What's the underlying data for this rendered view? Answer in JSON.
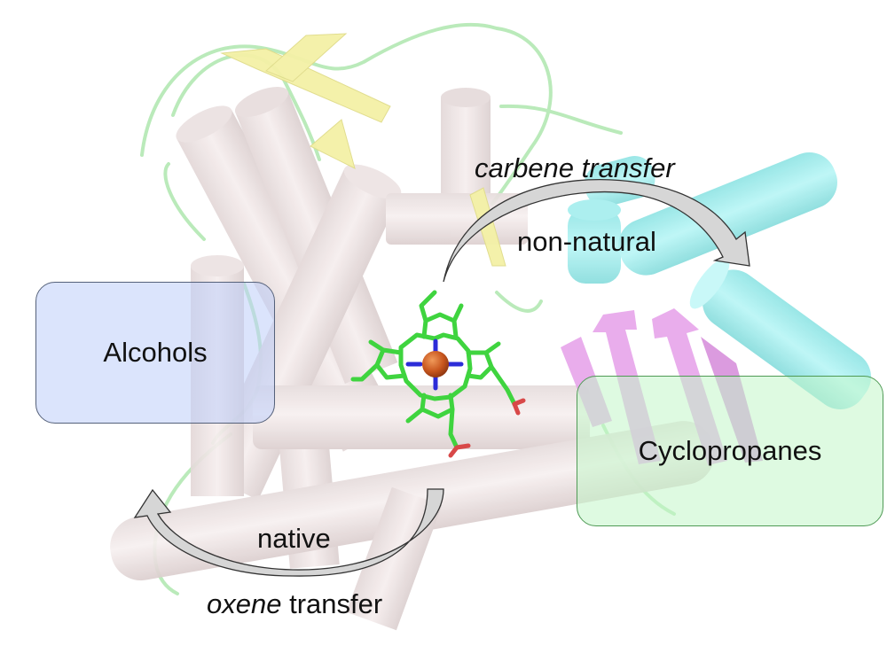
{
  "figure": {
    "description": "Cytochrome P450 protein cartoon with heme cofactor; native oxene transfer vs non-natural carbene transfer",
    "colors": {
      "helix_main": "#ede2e2",
      "helix_cyan": "#9eeeee",
      "sheet_yellow": "#f3f0a0",
      "sheet_magenta": "#e39ae8",
      "loop_green": "#a8e4a8",
      "loop_pink": "#e6c4c4",
      "heme_carbon": "#3fd43f",
      "heme_nitrogen": "#2c2cd8",
      "heme_oxygen": "#d83c3c",
      "iron": "#c8561e",
      "arrow_fill": "#d2d2d2",
      "alcohols_box": "#bccdfa",
      "cyclopropanes_box": "#c3f5c8"
    }
  },
  "products": {
    "alcohols": "Alcohols",
    "cyclopropanes": "Cyclopropanes"
  },
  "reactions": {
    "carbene": {
      "type_italic": "carbene",
      "type_rest": " transfer",
      "category": "non-natural"
    },
    "oxene": {
      "type_italic": "oxene",
      "type_rest": " transfer",
      "category": "native"
    }
  },
  "heme": {
    "metal": "Fe"
  }
}
